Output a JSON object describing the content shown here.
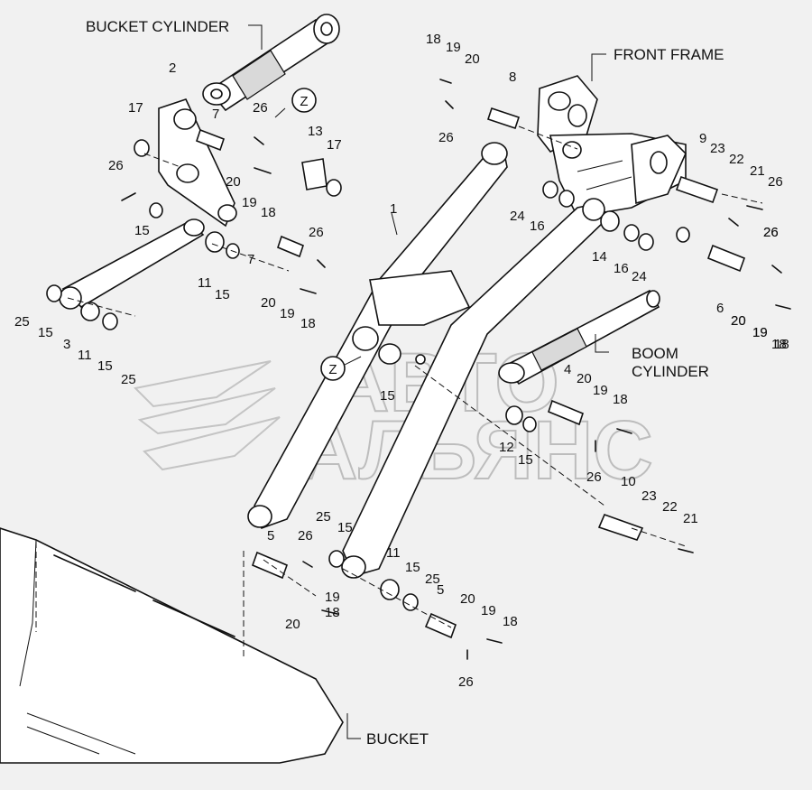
{
  "assemblies": {
    "bucket_cylinder": "BUCKET CYLINDER",
    "front_frame": "FRONT FRAME",
    "boom_cylinder_line1": "BOOM",
    "boom_cylinder_line2": "CYLINDER",
    "bucket": "BUCKET"
  },
  "view_marker": "Z",
  "watermark": {
    "line1": "АВТО",
    "line2": "АЛЬЯНС"
  },
  "callouts": {
    "c1": "1",
    "c2": "2",
    "c3": "3",
    "c4": "4",
    "c5a": "5",
    "c5b": "5",
    "c6": "6",
    "c7a": "7",
    "c7b": "7",
    "c8": "8",
    "c9": "9",
    "c10": "10",
    "c11a": "11",
    "c11b": "11",
    "c11c": "11",
    "c12": "12",
    "c13": "13",
    "c14": "14",
    "c15a": "15",
    "c15b": "15",
    "c15c": "15",
    "c15d": "15",
    "c15e": "15",
    "c15f": "15",
    "c15g": "15",
    "c15h": "15",
    "c16a": "16",
    "c16b": "16",
    "c17a": "17",
    "c17b": "17",
    "c18a": "18",
    "c18b": "18",
    "c18c": "18",
    "c18d": "18",
    "c18e": "18",
    "c18f": "18",
    "c18g": "18",
    "c18h": "18",
    "c19a": "19",
    "c19b": "19",
    "c19c": "19",
    "c19d": "19",
    "c19e": "19",
    "c19f": "19",
    "c19g": "19",
    "c19h": "19",
    "c20a": "20",
    "c20b": "20",
    "c20c": "20",
    "c20d": "20",
    "c20e": "20",
    "c20f": "20",
    "c20g": "20",
    "c20h": "20",
    "c21a": "21",
    "c21b": "21",
    "c22a": "22",
    "c22b": "22",
    "c23a": "23",
    "c23b": "23",
    "c24a": "24",
    "c24b": "24",
    "c25a": "25",
    "c25b": "25",
    "c25c": "25",
    "c25d": "25",
    "c26a": "26",
    "c26b": "26",
    "c26c": "26",
    "c26d": "26",
    "c26e": "26",
    "c26f": "26",
    "c26g": "26",
    "c26h": "26",
    "c26i": "26",
    "c26j": "26"
  }
}
